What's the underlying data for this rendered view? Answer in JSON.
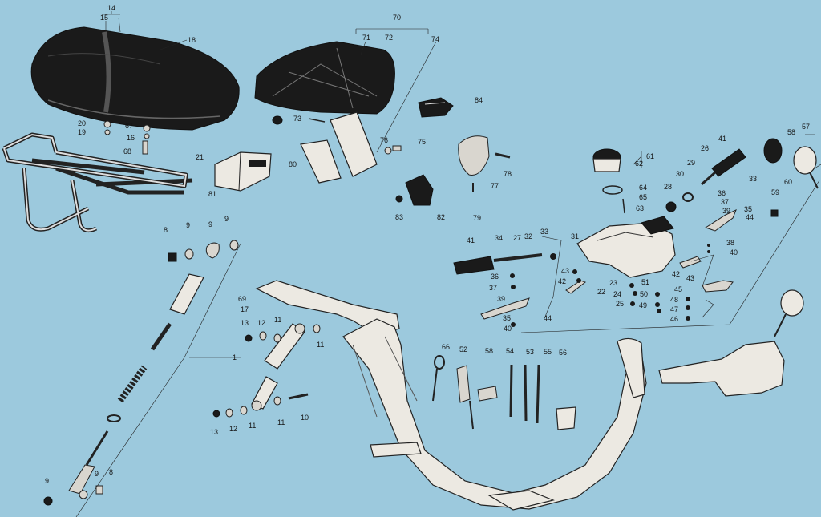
{
  "colors": {
    "background": "#9cc9dd",
    "ink": "#151515",
    "frame": "#ece9e2",
    "rubber": "#1a1a1a"
  },
  "callouts": {
    "n14": "14",
    "n15": "15",
    "n18": "18",
    "n20": "20",
    "n19": "19",
    "n67": "67",
    "n16": "16",
    "n68": "68",
    "n21": "21",
    "n70": "70",
    "n71": "71",
    "n72": "72",
    "n74": "74",
    "n73": "73",
    "n84": "84",
    "n76": "76",
    "n75": "75",
    "n80": "80",
    "n81": "81",
    "n83": "83",
    "n82": "82",
    "n78": "78",
    "n77": "77",
    "n79": "79",
    "n61": "61",
    "n62": "62",
    "n64": "64",
    "n65": "65",
    "n63": "63",
    "n41a": "41",
    "n26": "26",
    "n29": "29",
    "n30": "30",
    "n28": "28",
    "n33": "33",
    "n36a": "36",
    "n37a": "37",
    "n39a": "39",
    "n35a": "35",
    "n44a": "44",
    "n38": "38",
    "n40a": "40",
    "n58": "58",
    "n57": "57",
    "n59": "59",
    "n60": "60",
    "n8a": "8",
    "n9a": "9",
    "n9b": "9",
    "n9c": "9",
    "n69": "69",
    "n17": "17",
    "n13a": "13",
    "n12a": "12",
    "n11a": "11",
    "n11b": "11",
    "n1": "1",
    "n13b": "13",
    "n12b": "12",
    "n11c": "11",
    "n11d": "11",
    "n10": "10",
    "n9d": "9",
    "n9e": "9",
    "n8b": "8",
    "n41b": "41",
    "n34": "34",
    "n27": "27",
    "n33b": "33",
    "n31": "31",
    "n36b": "36",
    "n37b": "37",
    "n43a": "43",
    "n42a": "42",
    "n39b": "39",
    "n35b": "35",
    "n44b": "44",
    "n40b": "40",
    "n23": "23",
    "n22": "22",
    "n24": "24",
    "n25": "25",
    "n51": "51",
    "n42b": "42",
    "n43b": "43",
    "n45": "45",
    "n50": "50",
    "n48": "48",
    "n49": "49",
    "n47": "47",
    "n46": "46",
    "n66": "66",
    "n52": "52",
    "n58b": "58",
    "n54": "54",
    "n53": "53",
    "n55": "55",
    "n56": "56"
  }
}
